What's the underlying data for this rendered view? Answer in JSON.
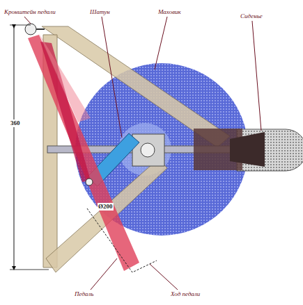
{
  "diagram": {
    "labels": [
      "Кронштейн педали",
      "Шатун",
      "Маховик",
      "Сиденье",
      "360",
      "Ø200",
      "Педаль",
      "Ход педали"
    ]
  }
}
